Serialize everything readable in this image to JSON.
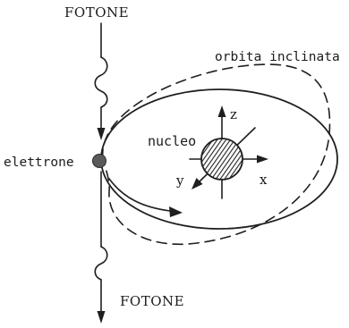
{
  "labels": {
    "photon_top": "FOTONE",
    "photon_bottom": "FOTONE",
    "tilted_orbit": "orbita inclinata",
    "electron": "elettrone",
    "nucleus": "nucleo",
    "axis_x": "x",
    "axis_y": "y",
    "axis_z": "z"
  },
  "colors": {
    "ink": "#1f1f1f",
    "background": "#ffffff"
  }
}
